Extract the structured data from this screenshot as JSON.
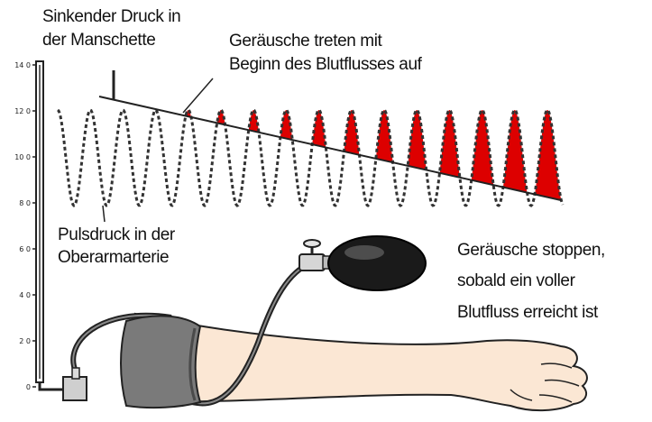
{
  "labels": {
    "cuff_pressure": [
      "Sinkender Druck in",
      "der Manschette"
    ],
    "sounds_start": [
      "Geräusche treten mit",
      "Beginn des Blutflusses auf"
    ],
    "pulse_pressure": [
      "Pulsdruck in der",
      "Oberarmarterie"
    ],
    "sounds_stop": [
      "Geräusche stoppen,",
      "sobald ein voller",
      "Blutfluss erreicht ist"
    ]
  },
  "gauge": {
    "ticks": [
      "14 0",
      "12 0",
      "10 0",
      "8 0",
      "6 0",
      "4 0",
      "2 0",
      "0"
    ]
  },
  "colors": {
    "sound_fill": "#dd0000",
    "wave": "#333333",
    "skin": "#fbe7d4",
    "skin_outline": "#222222",
    "cuff": "#7a7a7a",
    "bulb": "#1a1a1a"
  }
}
